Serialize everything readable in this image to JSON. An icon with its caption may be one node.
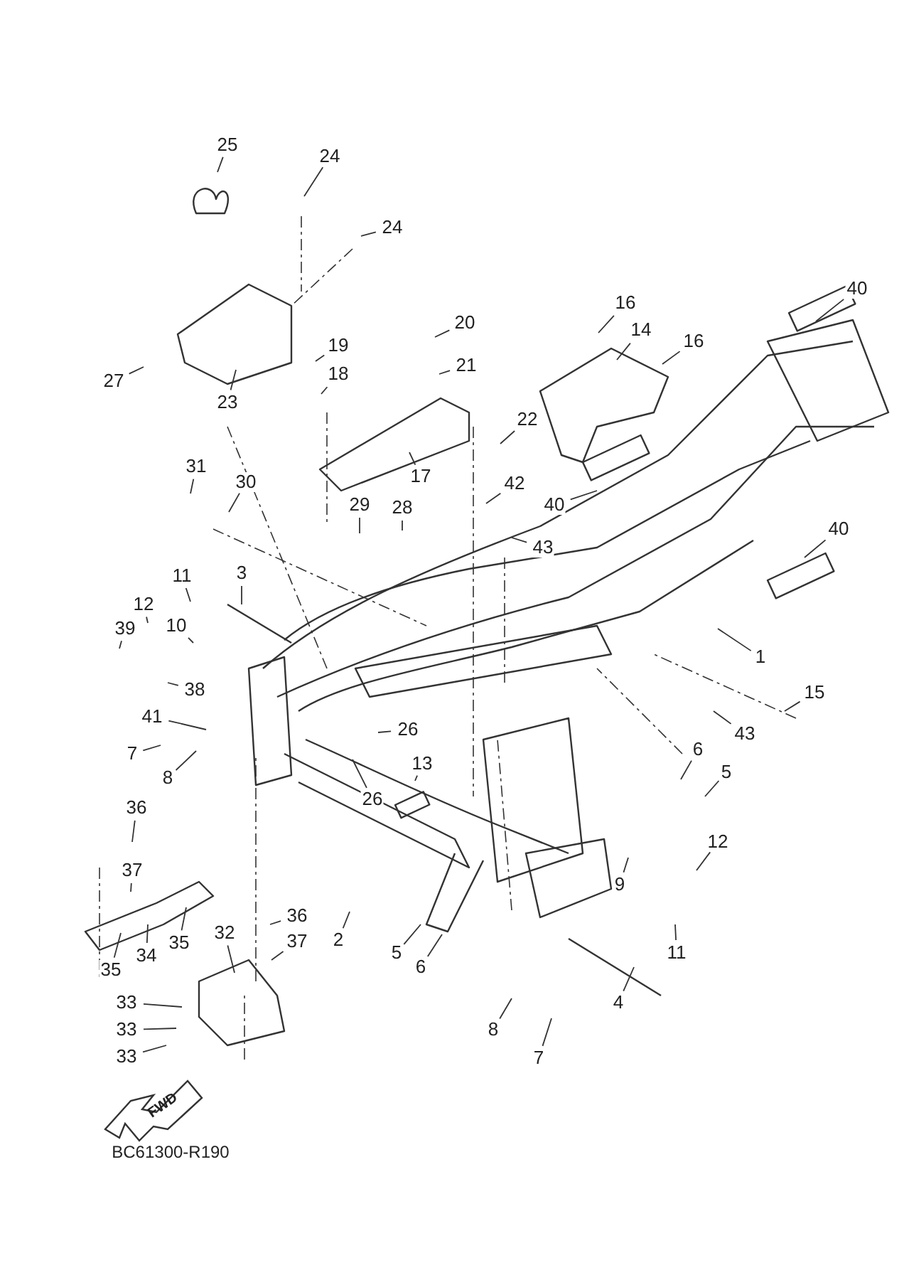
{
  "diagram": {
    "nodes": [
      {
        "text": [
          "25"
        ]
      },
      {
        "text": [
          "24"
        ]
      },
      {
        "text": [
          "24"
        ]
      },
      {
        "text": [
          "40"
        ]
      },
      {
        "text": [
          "16"
        ]
      },
      {
        "text": [
          "20"
        ]
      },
      {
        "text": [
          "14"
        ]
      },
      {
        "text": [
          "16"
        ]
      },
      {
        "text": [
          "19"
        ]
      },
      {
        "text": [
          "21"
        ]
      },
      {
        "text": [
          "18"
        ]
      },
      {
        "text": [
          "27"
        ]
      },
      {
        "text": [
          "23"
        ]
      },
      {
        "text": [
          "22"
        ]
      },
      {
        "text": [
          "31"
        ]
      },
      {
        "text": [
          "17"
        ]
      },
      {
        "text": [
          "30"
        ]
      },
      {
        "text": [
          "42"
        ]
      },
      {
        "text": [
          "40"
        ]
      },
      {
        "text": [
          "29"
        ]
      },
      {
        "text": [
          "28"
        ]
      },
      {
        "text": [
          "43"
        ]
      },
      {
        "text": [
          "40"
        ]
      },
      {
        "text": [
          "3"
        ]
      },
      {
        "text": [
          "11"
        ]
      },
      {
        "text": [
          "12"
        ]
      },
      {
        "text": [
          "10"
        ]
      },
      {
        "text": [
          "39"
        ]
      },
      {
        "text": [
          "1"
        ]
      },
      {
        "text": [
          "38"
        ]
      },
      {
        "text": [
          "15"
        ]
      },
      {
        "text": [
          "41"
        ]
      },
      {
        "text": [
          "26"
        ]
      },
      {
        "text": [
          "13"
        ]
      },
      {
        "text": [
          "43"
        ]
      },
      {
        "text": [
          "7"
        ]
      },
      {
        "text": [
          "6"
        ]
      },
      {
        "text": [
          "5"
        ]
      },
      {
        "text": [
          "8"
        ]
      },
      {
        "text": [
          "26"
        ]
      },
      {
        "text": [
          "36"
        ]
      },
      {
        "text": [
          "12"
        ]
      },
      {
        "text": [
          "37"
        ]
      },
      {
        "text": [
          "9"
        ]
      },
      {
        "text": [
          "36"
        ]
      },
      {
        "text": [
          "32"
        ]
      },
      {
        "text": [
          "37"
        ]
      },
      {
        "text": [
          "2"
        ]
      },
      {
        "text": [
          "35"
        ]
      },
      {
        "text": [
          "5"
        ]
      },
      {
        "text": [
          "6"
        ]
      },
      {
        "text": [
          "11"
        ]
      },
      {
        "text": [
          "34"
        ]
      },
      {
        "text": [
          "35"
        ]
      },
      {
        "text": [
          "4"
        ]
      },
      {
        "text": [
          "33"
        ]
      },
      {
        "text": [
          "33"
        ]
      },
      {
        "text": [
          "8"
        ]
      },
      {
        "text": [
          "33"
        ]
      },
      {
        "text": [
          "7"
        ]
      }
    ],
    "edges": [
      {
        "from": 0,
        "to": null,
        "arrow": "none"
      },
      {
        "from": 1,
        "to": null,
        "arrow": "none"
      },
      {
        "from": 2,
        "to": null,
        "arrow": "none"
      },
      {
        "from": 3,
        "to": null,
        "arrow": "none"
      },
      {
        "from": 4,
        "to": null,
        "arrow": "none"
      },
      {
        "from": 5,
        "to": null,
        "arrow": "none"
      },
      {
        "from": 6,
        "to": null,
        "arrow": "none"
      },
      {
        "from": 7,
        "to": null,
        "arrow": "none"
      },
      {
        "from": 8,
        "to": null,
        "arrow": "none"
      },
      {
        "from": 9,
        "to": null,
        "arrow": "none"
      },
      {
        "from": 10,
        "to": null,
        "arrow": "none"
      },
      {
        "from": 11,
        "to": null,
        "arrow": "none"
      },
      {
        "from": 12,
        "to": null,
        "arrow": "none"
      },
      {
        "from": 13,
        "to": null,
        "arrow": "none"
      },
      {
        "from": 14,
        "to": null,
        "arrow": "none"
      },
      {
        "from": 15,
        "to": null,
        "arrow": "none"
      },
      {
        "from": 16,
        "to": null,
        "arrow": "none"
      },
      {
        "from": 17,
        "to": null,
        "arrow": "none"
      },
      {
        "from": 18,
        "to": null,
        "arrow": "none"
      },
      {
        "from": 19,
        "to": null,
        "arrow": "none"
      },
      {
        "from": 20,
        "to": null,
        "arrow": "none"
      },
      {
        "from": 21,
        "to": null,
        "arrow": "none"
      },
      {
        "from": 22,
        "to": null,
        "arrow": "none"
      },
      {
        "from": 23,
        "to": null,
        "arrow": "none"
      },
      {
        "from": 24,
        "to": null,
        "arrow": "none"
      },
      {
        "from": 25,
        "to": null,
        "arrow": "none"
      },
      {
        "from": 26,
        "to": null,
        "arrow": "none"
      },
      {
        "from": 27,
        "to": null,
        "arrow": "none"
      },
      {
        "from": 28,
        "to": null,
        "arrow": "none"
      },
      {
        "from": 29,
        "to": null,
        "arrow": "none"
      },
      {
        "from": 30,
        "to": null,
        "arrow": "none"
      },
      {
        "from": 31,
        "to": null,
        "arrow": "none"
      },
      {
        "from": 32,
        "to": null,
        "arrow": "none"
      },
      {
        "from": 33,
        "to": null,
        "arrow": "none"
      },
      {
        "from": 34,
        "to": null,
        "arrow": "none"
      },
      {
        "from": 35,
        "to": null,
        "arrow": "none"
      },
      {
        "from": 36,
        "to": null,
        "arrow": "none"
      },
      {
        "from": 37,
        "to": null,
        "arrow": "none"
      },
      {
        "from": 38,
        "to": null,
        "arrow": "none"
      },
      {
        "from": 39,
        "to": null,
        "arrow": "none"
      },
      {
        "from": 40,
        "to": null,
        "arrow": "none"
      },
      {
        "from": 41,
        "to": null,
        "arrow": "none"
      },
      {
        "from": 42,
        "to": null,
        "arrow": "none"
      },
      {
        "from": 43,
        "to": null,
        "arrow": "none"
      },
      {
        "from": 44,
        "to": null,
        "arrow": "none"
      },
      {
        "from": 45,
        "to": null,
        "arrow": "none"
      },
      {
        "from": 46,
        "to": null,
        "arrow": "none"
      },
      {
        "from": 47,
        "to": null,
        "arrow": "none"
      },
      {
        "from": 48,
        "to": null,
        "arrow": "none"
      },
      {
        "from": 49,
        "to": null,
        "arrow": "none"
      },
      {
        "from": 50,
        "to": null,
        "arrow": "none"
      },
      {
        "from": 51,
        "to": null,
        "arrow": "none"
      },
      {
        "from": 52,
        "to": null,
        "arrow": "none"
      },
      {
        "from": 53,
        "to": null,
        "arrow": "none"
      },
      {
        "from": 54,
        "to": null,
        "arrow": "none"
      },
      {
        "from": 55,
        "to": null,
        "arrow": "none"
      },
      {
        "from": 56,
        "to": null,
        "arrow": "none"
      },
      {
        "from": 57,
        "to": null,
        "arrow": "none"
      },
      {
        "from": 58,
        "to": null,
        "arrow": "none"
      },
      {
        "from": 59,
        "to": null,
        "arrow": "none"
      }
    ],
    "labels": [
      "FWD",
      "BC61300-R190"
    ]
  }
}
